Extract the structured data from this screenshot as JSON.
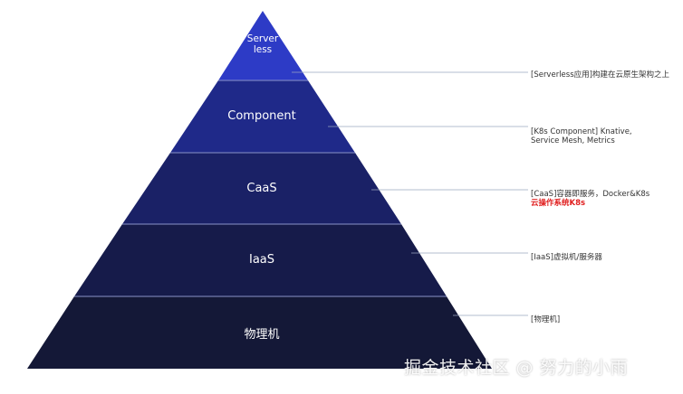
{
  "colors": {
    "tier_serverless": "#2d3bc6",
    "tier_component": "#1f2989",
    "tier_caas": "#1a2166",
    "tier_iaas": "#161b4a",
    "tier_physical": "#141837",
    "separator": "#8a93c8",
    "leader_line": "#9aa6bf",
    "highlight_text": "#e02020"
  },
  "tiers": [
    {
      "label": "Server\nless"
    },
    {
      "label": "Component"
    },
    {
      "label": "CaaS"
    },
    {
      "label": "IaaS"
    },
    {
      "label": "物理机"
    }
  ],
  "annotations": [
    {
      "text": "[Serverless应用]构建在云原生架构之上"
    },
    {
      "text": "[K8s Component] Knative,\nService Mesh, Metrics"
    },
    {
      "text": "[CaaS]容器即服务，Docker&K8s",
      "highlight": "云操作系统K8s"
    },
    {
      "text": "[IaaS]虚拟机/服务器"
    },
    {
      "text": "[物理机]"
    }
  ],
  "watermark": "掘金技术社区 @ 努力的小雨"
}
